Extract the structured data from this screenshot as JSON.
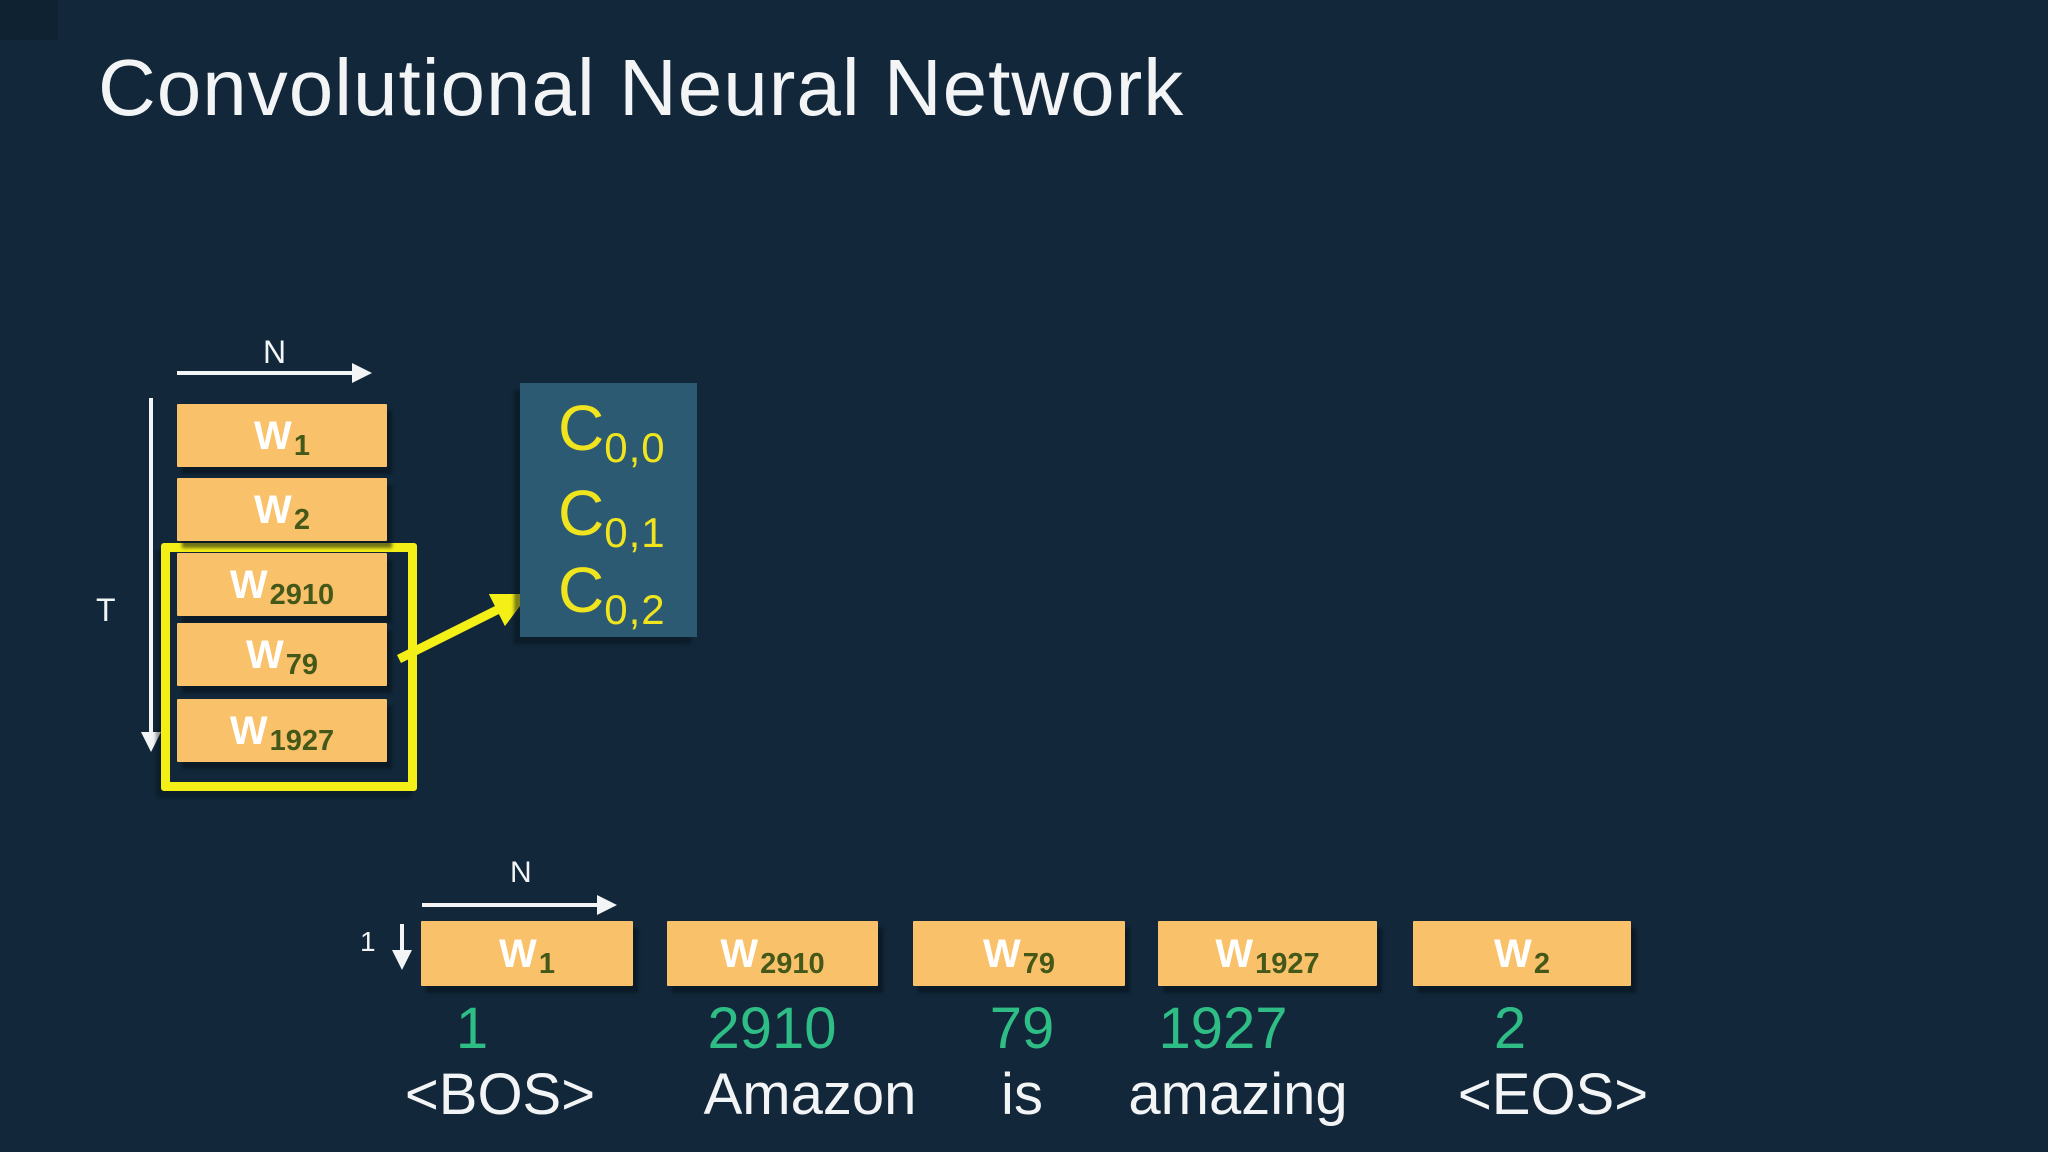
{
  "slide": {
    "title": "Convolutional Neural Network"
  },
  "colors": {
    "background": "#12283a",
    "word_box_orange": "#f9c169",
    "word_subscript_olive": "#44581a",
    "token_id_green": "#2fbd86",
    "conv_output_teal": "#2b5a72",
    "conv_text_yellow": "#efe41d",
    "highlight_yellow": "#f4ef16",
    "text_white": "#f2f4f5"
  },
  "embedding_matrix": {
    "width_label": "N",
    "height_label": "T",
    "rows": [
      {
        "base": "W",
        "sub": "1"
      },
      {
        "base": "W",
        "sub": "2"
      },
      {
        "base": "W",
        "sub": "2910"
      },
      {
        "base": "W",
        "sub": "79"
      },
      {
        "base": "W",
        "sub": "1927"
      }
    ]
  },
  "conv_output": {
    "cells": [
      {
        "base": "C",
        "sub": "0,0"
      },
      {
        "base": "C",
        "sub": "0,1"
      },
      {
        "base": "C",
        "sub": "0,2"
      }
    ]
  },
  "token_row": {
    "width_label": "N",
    "height_label": "1",
    "items": [
      {
        "base": "W",
        "sub": "1",
        "id": "1",
        "token": "<BOS>"
      },
      {
        "base": "W",
        "sub": "2910",
        "id": "2910",
        "token": "Amazon"
      },
      {
        "base": "W",
        "sub": "79",
        "id": "79",
        "token": "is"
      },
      {
        "base": "W",
        "sub": "1927",
        "id": "1927",
        "token": "amazing"
      },
      {
        "base": "W",
        "sub": "2",
        "id": "2",
        "token": "<EOS>"
      }
    ]
  }
}
